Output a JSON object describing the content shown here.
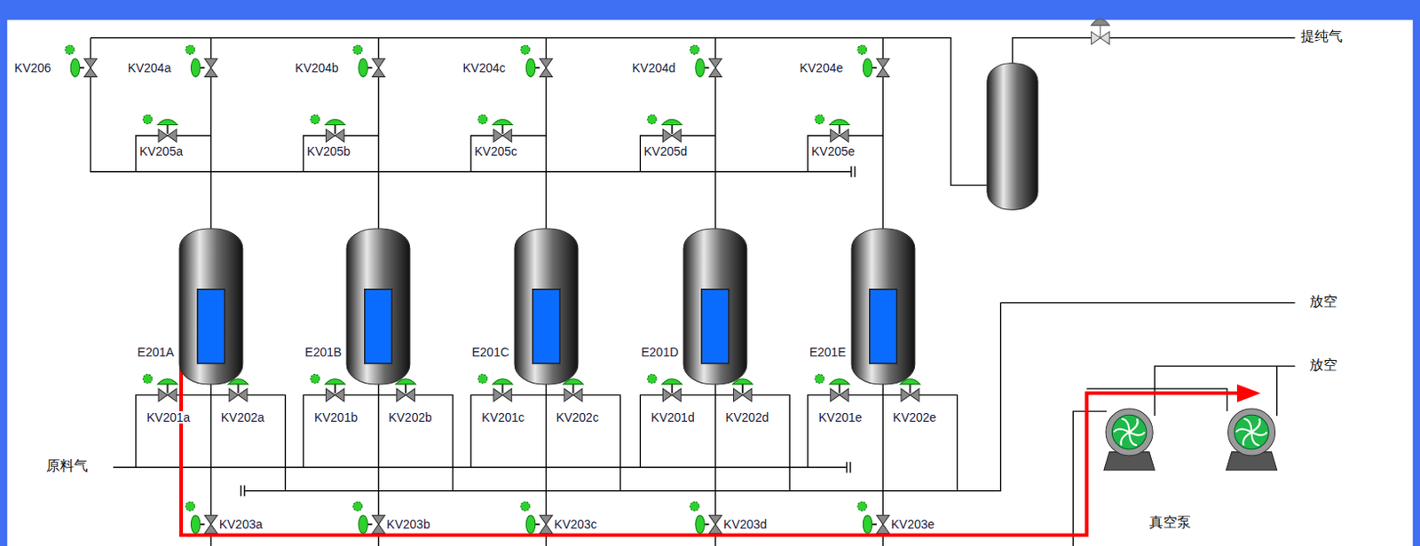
{
  "diagram": {
    "nodes": [
      {
        "text": [
          "E201A"
        ]
      },
      {
        "text": [
          "E201B"
        ]
      },
      {
        "text": [
          "E201C"
        ]
      },
      {
        "text": [
          "E201D"
        ]
      },
      {
        "text": [
          "E201E"
        ]
      }
    ],
    "labels": [
      "KV206",
      "KV204a",
      "KV204b",
      "KV204c",
      "KV204d",
      "KV204e",
      "KV205a",
      "KV205b",
      "KV205c",
      "KV205d",
      "KV205e",
      "KV201a",
      "KV201b",
      "KV201c",
      "KV201d",
      "KV201e",
      "KV202a",
      "KV202b",
      "KV202c",
      "KV202d",
      "KV202e",
      "KV203a",
      "KV203b",
      "KV203c",
      "KV203d",
      "KV203e",
      "原料气",
      "提纯气",
      "放空",
      "放空",
      "真空泵"
    ]
  }
}
